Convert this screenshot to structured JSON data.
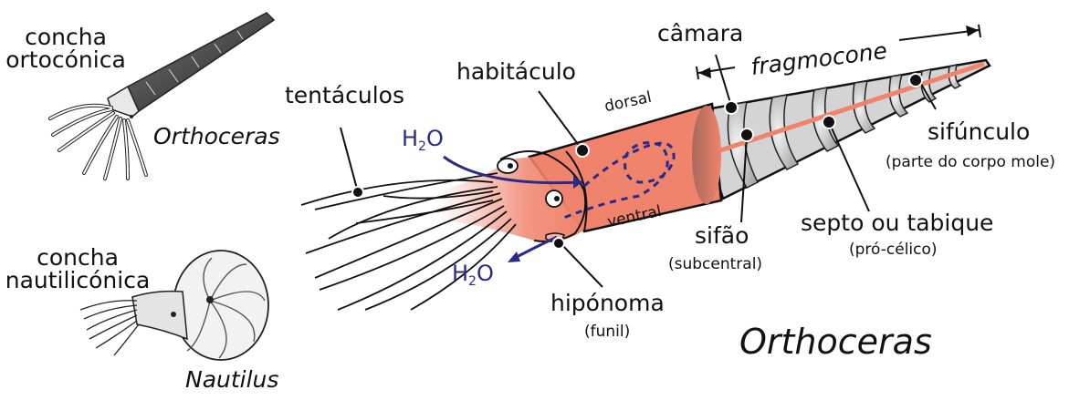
{
  "small_figures": {
    "orthoconic": {
      "shell_label_line1": "concha",
      "shell_label_line2": "ortocónica",
      "genus": "Orthoceras"
    },
    "nautiliconic": {
      "shell_label_line1": "concha",
      "shell_label_line2": "nautilicónica",
      "genus": "Nautilus"
    }
  },
  "main_figure": {
    "title": "Orthoceras",
    "labels": {
      "tentacles": "tentáculos",
      "body_chamber": "habitáculo",
      "dorsal": "dorsal",
      "ventral": "ventral",
      "chamber": "câmara",
      "phragmocone": "fragmocone",
      "siphuncle": "sifúnculo",
      "siphuncle_note": "(parte do corpo mole)",
      "septum": "septo ou tabique",
      "septum_note": "(pró-célico)",
      "siphon": "sifão",
      "siphon_note": "(subcentral)",
      "hyponome": "hipónoma",
      "hyponome_note": "(funil)"
    },
    "water_in": {
      "base": "H",
      "sub": "2",
      "tail": "O"
    },
    "water_out": {
      "base": "H",
      "sub": "2",
      "tail": "O"
    }
  },
  "colors": {
    "body_flesh": "#ef836b",
    "water_arrow": "#2a2a8a",
    "shell_grey": "#c8c8c8",
    "line": "#111111"
  }
}
